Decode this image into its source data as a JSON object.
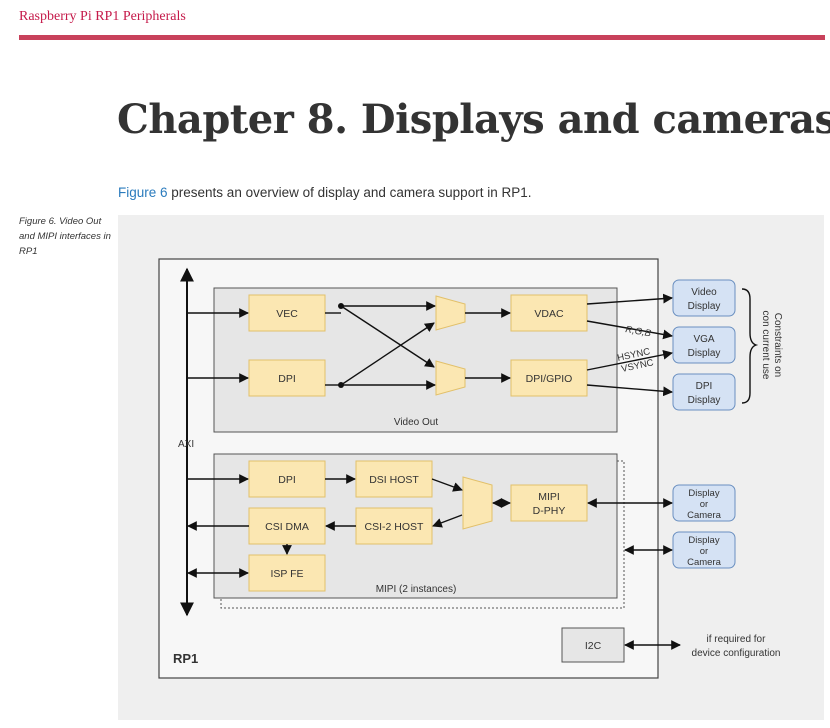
{
  "header": {
    "title": "Raspberry Pi RP1 Peripherals"
  },
  "chapter": {
    "title": "Chapter 8. Displays and cameras"
  },
  "intro": {
    "link": "Figure 6",
    "text": " presents an overview of display and camera support in RP1."
  },
  "figure": {
    "caption": "Figure 6. Video Out and MIPI interfaces in RP1",
    "rp1_label": "RP1",
    "axi_label": "AXI",
    "video_out": {
      "label": "Video Out",
      "vec": "VEC",
      "dpi": "DPI",
      "vdac": "VDAC",
      "dpi_gpio": "DPI/GPIO",
      "rgb_label": "R,G,B",
      "hsync_label": "HSYNC",
      "vsync_label": "VSYNC"
    },
    "mipi": {
      "label": "MIPI (2 instances)",
      "dpi": "DPI",
      "dsi_host": "DSI HOST",
      "csi_dma": "CSI DMA",
      "csi2_host": "CSI-2 HOST",
      "isp_fe": "ISP FE",
      "mipi_dphy_line1": "MIPI",
      "mipi_dphy_line2": "D-PHY"
    },
    "i2c": "I2C",
    "i2c_note_line1": "if required for",
    "i2c_note_line2": "device configuration",
    "outputs": {
      "video_display": [
        "Video",
        "Display"
      ],
      "vga_display": [
        "VGA",
        "Display"
      ],
      "dpi_display": [
        "DPI",
        "Display"
      ],
      "display_camera_1": [
        "Display",
        "or",
        "Camera"
      ],
      "display_camera_2": [
        "Display",
        "or",
        "Camera"
      ]
    },
    "constraints_line1": "Constraints on",
    "constraints_line2": "con current use",
    "colors": {
      "figure_bg": "#efefef",
      "block_fill": "#fbe7b2",
      "block_stroke": "#e2c06a",
      "output_fill": "#d5e2f4",
      "output_stroke": "#6a8fc0",
      "accent": "#c8415b"
    }
  }
}
